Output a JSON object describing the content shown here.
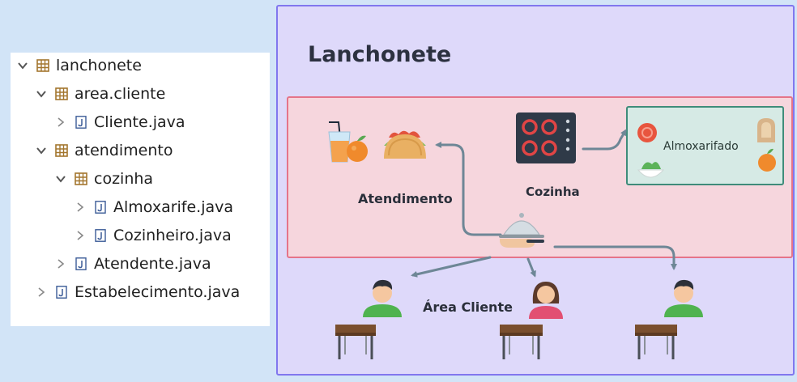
{
  "tree": {
    "items": [
      {
        "label": "lanchonete",
        "type": "package",
        "expanded": true,
        "depth": 0
      },
      {
        "label": "area.cliente",
        "type": "package",
        "expanded": true,
        "depth": 1
      },
      {
        "label": "Cliente.java",
        "type": "file",
        "expanded": false,
        "depth": 2
      },
      {
        "label": "atendimento",
        "type": "package",
        "expanded": true,
        "depth": 1
      },
      {
        "label": "cozinha",
        "type": "package",
        "expanded": true,
        "depth": 2
      },
      {
        "label": "Almoxarife.java",
        "type": "file",
        "expanded": false,
        "depth": 3
      },
      {
        "label": "Cozinheiro.java",
        "type": "file",
        "expanded": false,
        "depth": 3
      },
      {
        "label": "Atendente.java",
        "type": "file",
        "expanded": false,
        "depth": 2
      },
      {
        "label": "Estabelecimento.java",
        "type": "file",
        "expanded": false,
        "depth": 1
      }
    ]
  },
  "diagram": {
    "title": "Lanchonete",
    "atendimento_label": "Atendimento",
    "cozinha_label": "Cozinha",
    "almoxarifado_label": "Almoxarifado",
    "area_cliente_label": "Área Cliente"
  },
  "colors": {
    "package_icon": "#a3762e",
    "file_icon": "#3b5b97",
    "outer_bg": "#ded9fa",
    "outer_border": "#8177ee",
    "pink_bg": "#f6d6dd",
    "pink_border": "#e57489",
    "storage_bg": "#d6eae5",
    "storage_border": "#3f8c7a",
    "arrow": "#6e8796"
  },
  "icons": [
    "chevron-down-icon",
    "chevron-right-icon",
    "package-icon",
    "java-file-icon",
    "juice-icon",
    "orange-icon",
    "taco-icon",
    "stove-icon",
    "tomato-icon",
    "bread-icon",
    "lettuce-icon",
    "serving-tray-icon",
    "customer-icon",
    "table-icon"
  ]
}
